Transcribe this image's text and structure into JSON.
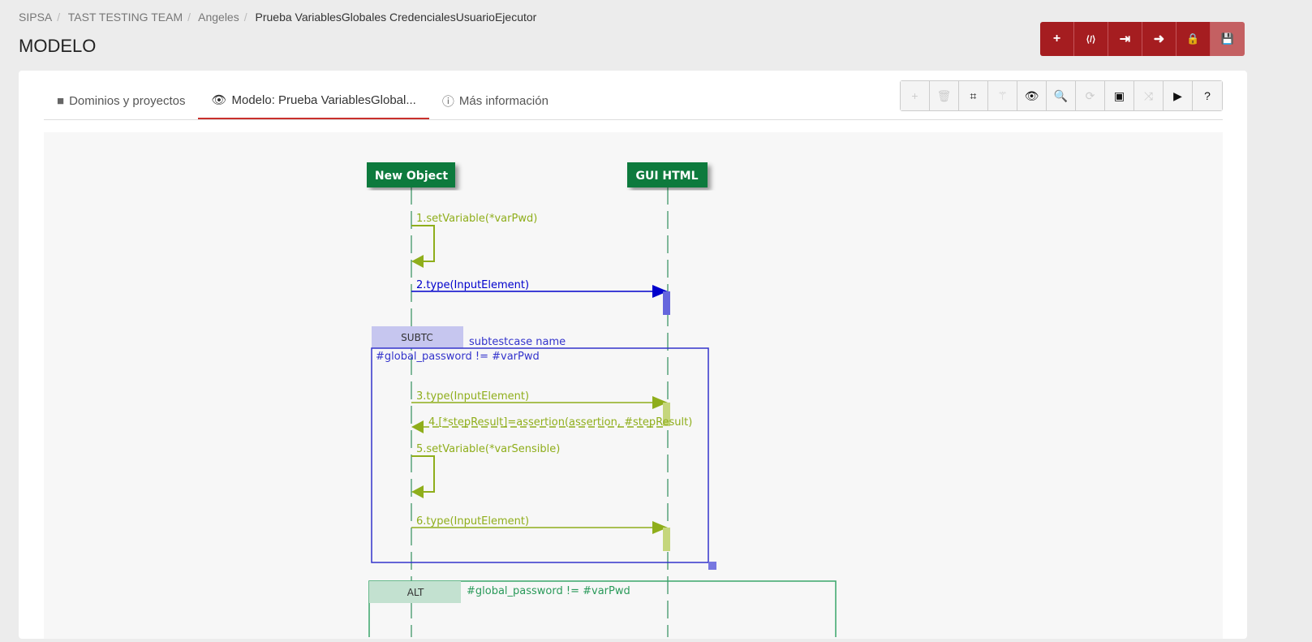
{
  "breadcrumb": [
    "SIPSA",
    "TAST TESTING TEAM",
    "Angeles",
    "Prueba VariablesGlobales CredencialesUsuarioEjecutor"
  ],
  "page_title": "MODELO",
  "header_actions": [
    {
      "icon": "plus-icon",
      "glyph": "+"
    },
    {
      "icon": "file-code-icon",
      "glyph": "⟨/⟩"
    },
    {
      "icon": "sign-in-icon",
      "glyph": "⇥"
    },
    {
      "icon": "sign-out-icon",
      "glyph": "➜"
    },
    {
      "icon": "lock-icon",
      "glyph": "🔒"
    },
    {
      "icon": "save-icon",
      "glyph": "💾"
    }
  ],
  "tabs": [
    {
      "label": "Dominios y proyectos",
      "icon": "folder-icon"
    },
    {
      "label": "Modelo: Prueba VariablesGlobal...",
      "icon": "eye-icon"
    },
    {
      "label": "Más información",
      "icon": "info-icon"
    }
  ],
  "toolbar": [
    {
      "icon": "plus-icon",
      "glyph": "+",
      "enabled": false
    },
    {
      "icon": "trash-icon",
      "glyph": "🗑",
      "enabled": false
    },
    {
      "icon": "crop-icon",
      "glyph": "⌗",
      "enabled": true
    },
    {
      "icon": "magic-icon",
      "glyph": "⚚",
      "enabled": false
    },
    {
      "icon": "eye-icon",
      "glyph": "👁",
      "enabled": true
    },
    {
      "icon": "search-icon",
      "glyph": "🔍",
      "enabled": true
    },
    {
      "icon": "refresh-icon",
      "glyph": "⟳",
      "enabled": false
    },
    {
      "icon": "image-icon",
      "glyph": "▣",
      "enabled": true
    },
    {
      "icon": "random-icon",
      "glyph": "⤨",
      "enabled": false
    },
    {
      "icon": "play-icon",
      "glyph": "▶",
      "enabled": true
    },
    {
      "icon": "question-icon",
      "glyph": "?",
      "enabled": true
    }
  ],
  "diagram": {
    "lifelines": [
      "New Object",
      "GUI HTML"
    ],
    "messages": [
      "1.setVariable(*varPwd)",
      "2.type(InputElement)",
      "3.type(InputElement)",
      "4.[*stepResult]=assertion(assertion, #stepResult)",
      "5.setVariable(*varSensible)",
      "6.type(InputElement)"
    ],
    "subtc": {
      "label": "SUBTC",
      "name": "subtestcase name",
      "condition": "#global_password != #varPwd"
    },
    "alt": {
      "label": "ALT",
      "condition": "#global_password != #varPwd"
    },
    "colors": {
      "lifeline": "#0a7a3e",
      "message": "#8fae1b",
      "selected": "#0000cc",
      "subtc": "#3333cc",
      "alt": "#3aa66a"
    }
  }
}
